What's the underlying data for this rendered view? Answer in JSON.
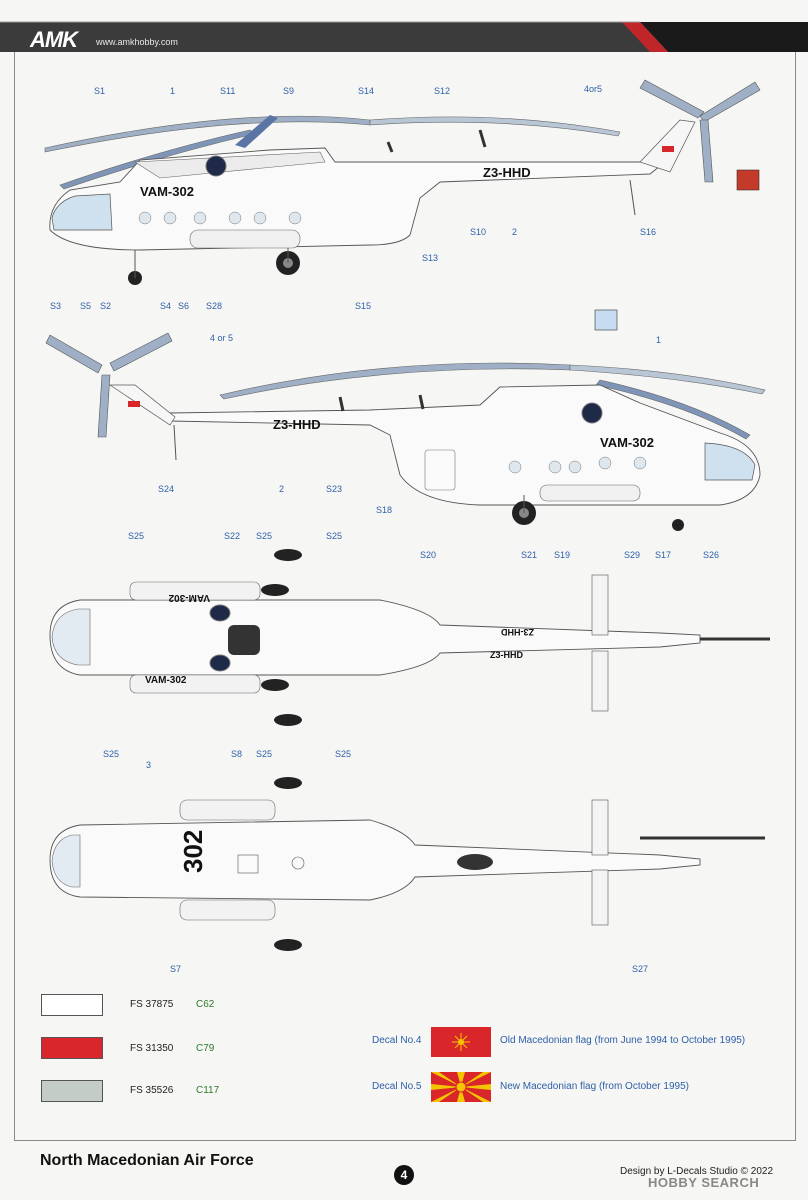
{
  "header": {
    "logo": "AMK",
    "url": "www.amkhobby.com"
  },
  "views": {
    "side_left": {
      "fuselage_text": "VAM-302",
      "boom_text": "Z3-HHD",
      "labels": [
        "S1",
        "1",
        "S11",
        "S9",
        "S14",
        "S12",
        "4or5",
        "S3",
        "S5",
        "S2",
        "S4",
        "S6",
        "S28",
        "S15",
        "S13",
        "S10",
        "2",
        "S16"
      ]
    },
    "side_right": {
      "fuselage_text": "VAM-302",
      "boom_text": "Z3-HHD",
      "labels": [
        "4 or 5",
        "1",
        "S24",
        "2",
        "S23",
        "S18",
        "S20",
        "S21",
        "S19",
        "S29",
        "S17",
        "S26"
      ]
    },
    "top": {
      "fuselage_text_upper": "VAM-302",
      "fuselage_text_lower": "VAM-302",
      "boom_text_upper": "Z3-HHD",
      "boom_text_lower": "Z3-HHD",
      "labels": [
        "S25",
        "S22",
        "S25",
        "S25",
        "S25",
        "S8",
        "S25",
        "S25"
      ]
    },
    "bottom": {
      "number": "302",
      "labels": [
        "3",
        "S7",
        "S27"
      ]
    }
  },
  "colors": [
    {
      "fs": "FS 37875",
      "code": "C62",
      "hex": "#ffffff"
    },
    {
      "fs": "FS 31350",
      "code": "C79",
      "hex": "#d8262a"
    },
    {
      "fs": "FS 35526",
      "code": "C117",
      "hex": "#c3ccc6"
    }
  ],
  "decals": [
    {
      "label": "Decal No.4",
      "desc": "Old Macedonian flag (from June 1994 to October 1995)",
      "type": "old"
    },
    {
      "label": "Decal No.5",
      "desc": "New Macedonian flag (from October 1995)",
      "type": "new"
    }
  ],
  "footer": {
    "title": "North Macedonian Air Force",
    "page": "4",
    "credit": "Design by L-Decals Studio © 2022",
    "watermark": "HOBBY SEARCH"
  }
}
